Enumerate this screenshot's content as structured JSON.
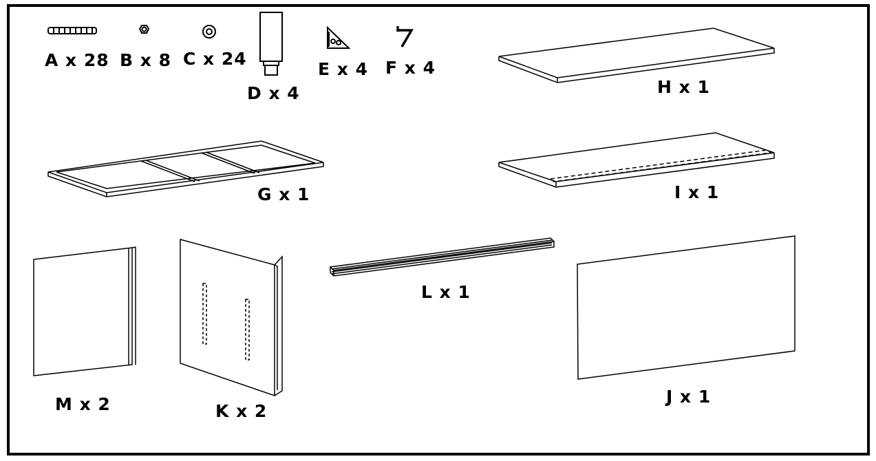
{
  "colors": {
    "stroke": "#000000",
    "background": "#ffffff"
  },
  "parts": [
    {
      "id": "A",
      "label": "A x 28",
      "icon": "bolt-icon"
    },
    {
      "id": "B",
      "label": "B x 8",
      "icon": "hex-nut-icon"
    },
    {
      "id": "C",
      "label": "C x 24",
      "icon": "washer-icon"
    },
    {
      "id": "D",
      "label": "D x 4",
      "icon": "leveling-foot-icon"
    },
    {
      "id": "E",
      "label": "E x 4",
      "icon": "corner-bracket-icon"
    },
    {
      "id": "F",
      "label": "F x 4",
      "icon": "hook-icon"
    },
    {
      "id": "H",
      "label": "H x 1",
      "icon": "top-panel-icon"
    },
    {
      "id": "G",
      "label": "G x 1",
      "icon": "frame-icon"
    },
    {
      "id": "I",
      "label": "I x 1",
      "icon": "shelf-panel-icon"
    },
    {
      "id": "M",
      "label": "M x 2",
      "icon": "side-panel-icon"
    },
    {
      "id": "K",
      "label": "K x 2",
      "icon": "side-panel-bracket-icon"
    },
    {
      "id": "L",
      "label": "L x 1",
      "icon": "rails-icon"
    },
    {
      "id": "J",
      "label": "J x 1",
      "icon": "back-panel-icon"
    }
  ]
}
